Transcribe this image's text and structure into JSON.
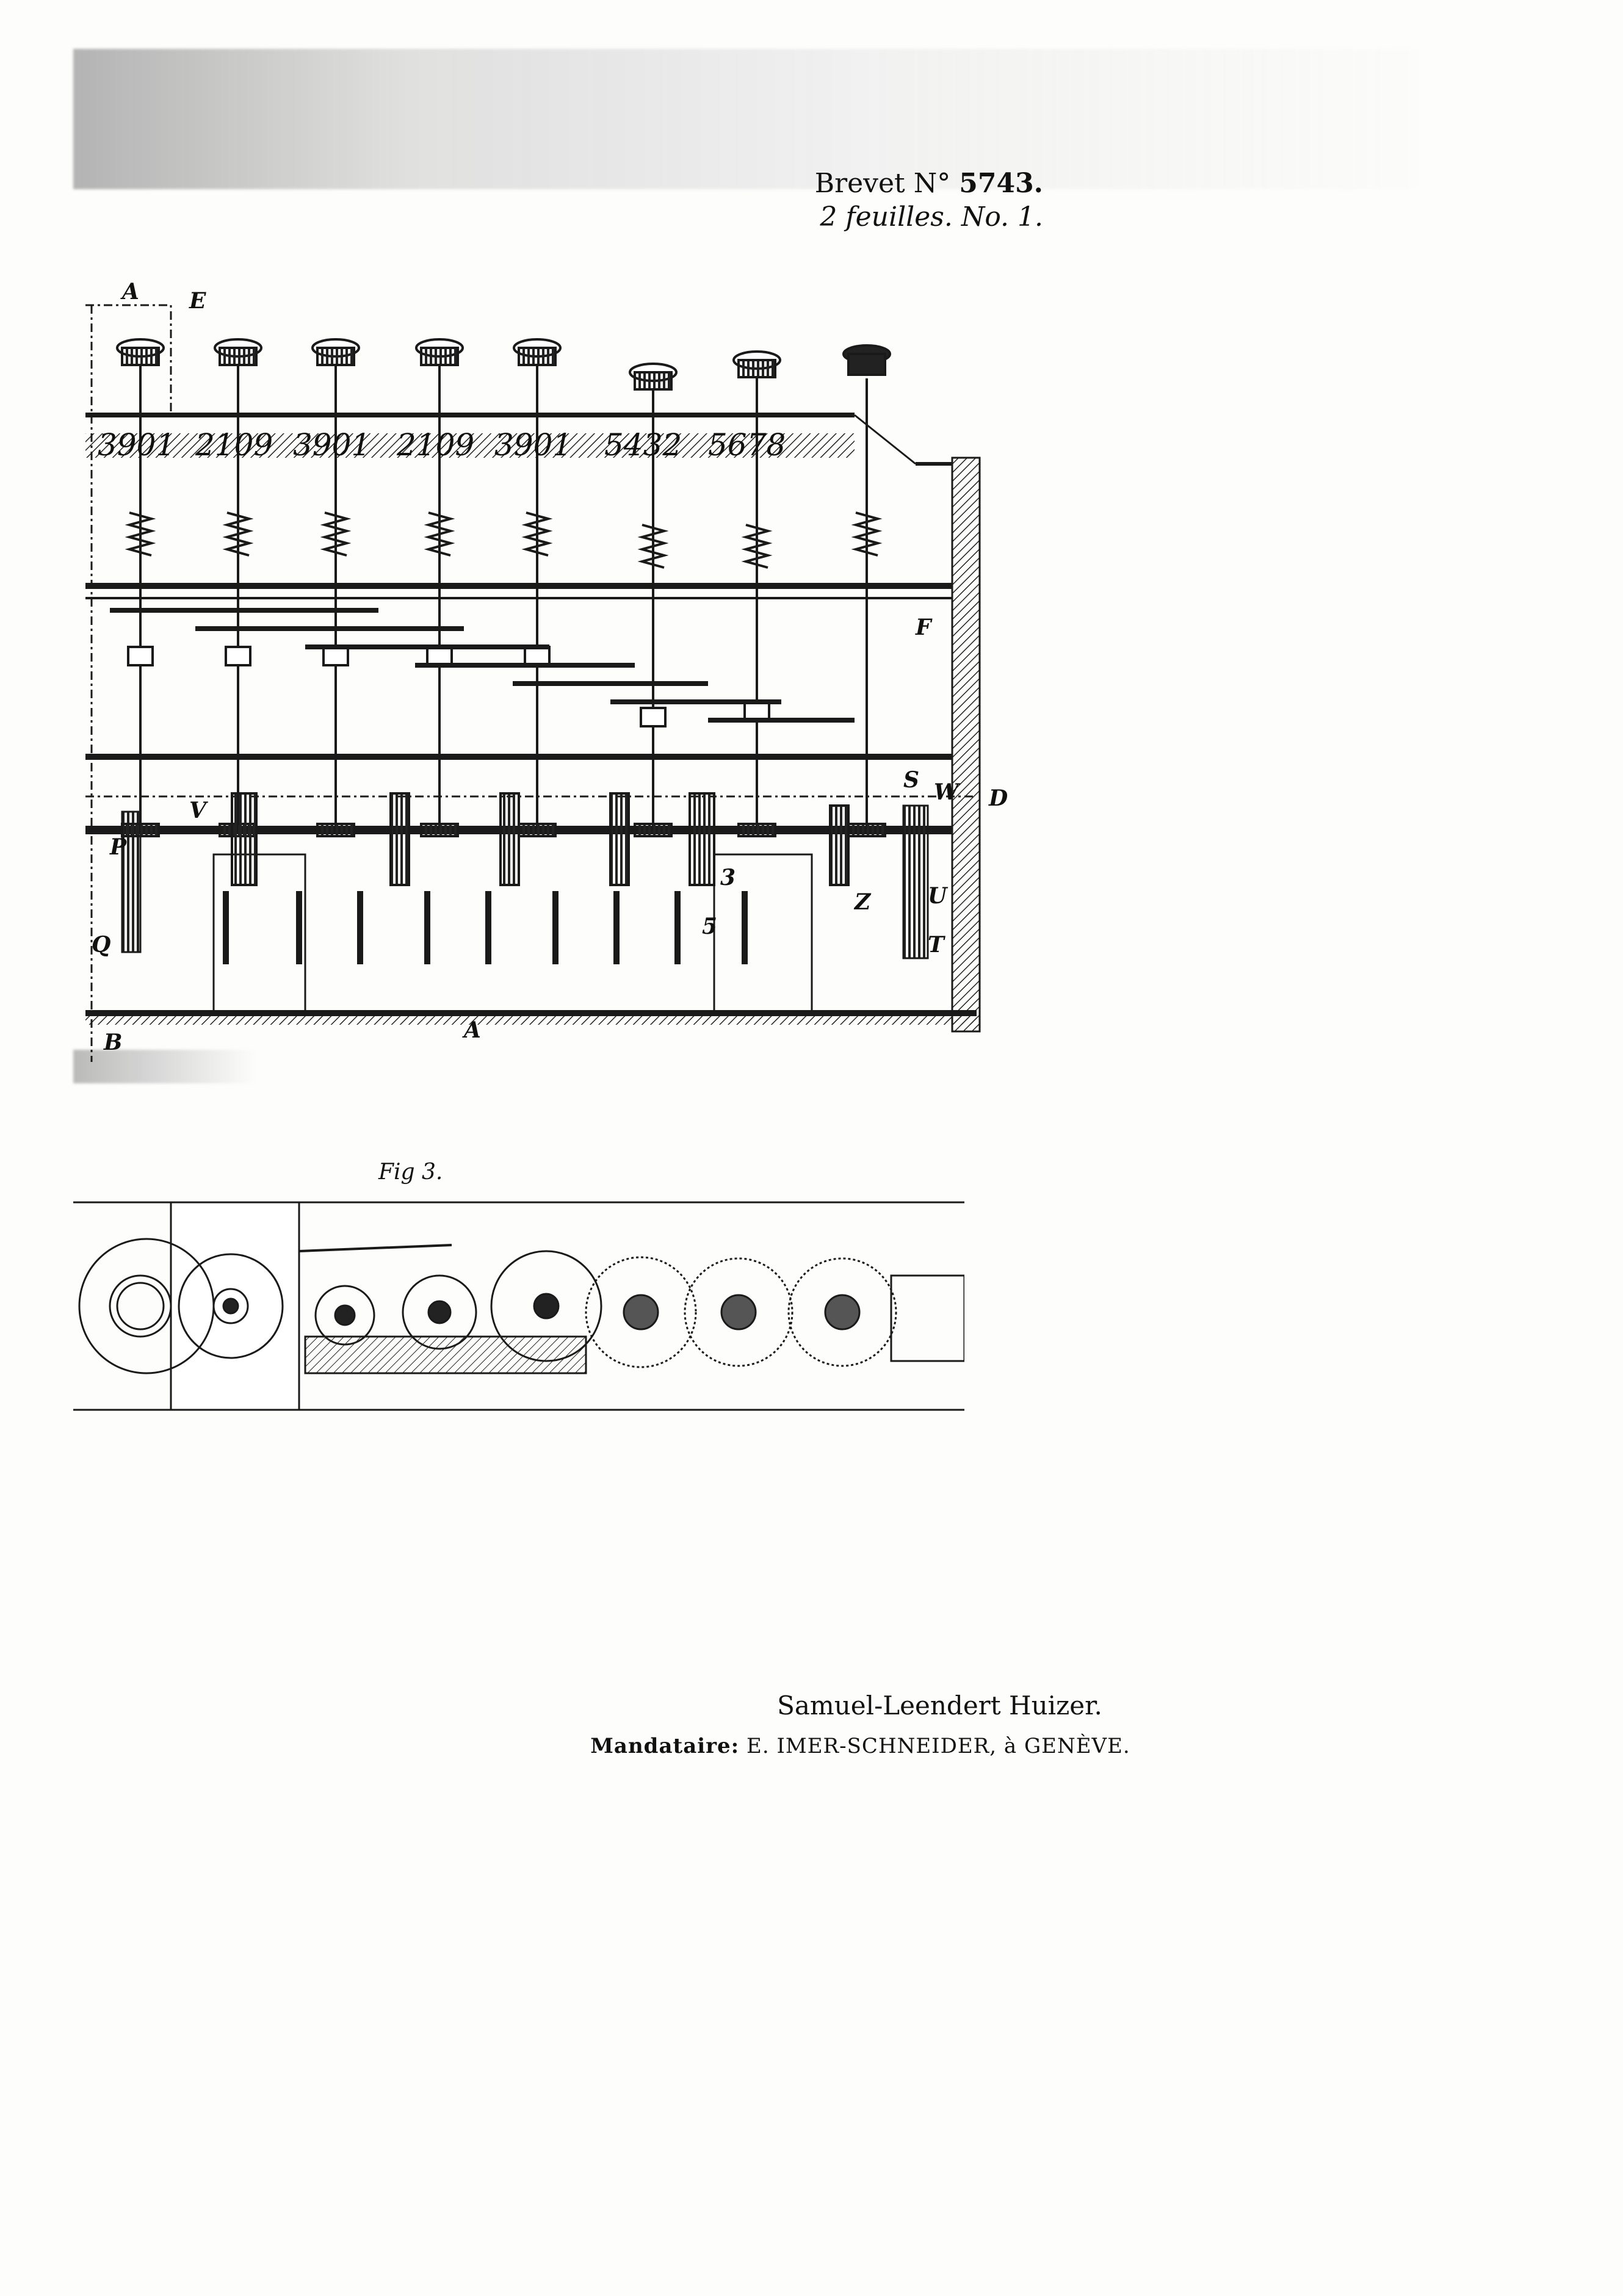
{
  "header": {
    "brevet_prefix": "Brevet N°",
    "brevet_number": "5743.",
    "sheets": "2 feuilles. No. 1."
  },
  "figure3": {
    "label": "Fig 3."
  },
  "footer": {
    "inventor": "Samuel-Leendert Huizer.",
    "agent_label": "Mandataire:",
    "agent_name": "E. IMER-SCHNEIDER, à GENÈVE."
  },
  "drawing": {
    "wheel_digits": [
      "3901",
      "2109",
      "3901",
      "2109",
      "3901",
      "5432",
      "5678"
    ],
    "letters": [
      "A",
      "E",
      "B",
      "A",
      "D",
      "F",
      "W",
      "V",
      "P",
      "Q",
      "T",
      "U",
      "S",
      "Z",
      "5",
      "3"
    ]
  }
}
